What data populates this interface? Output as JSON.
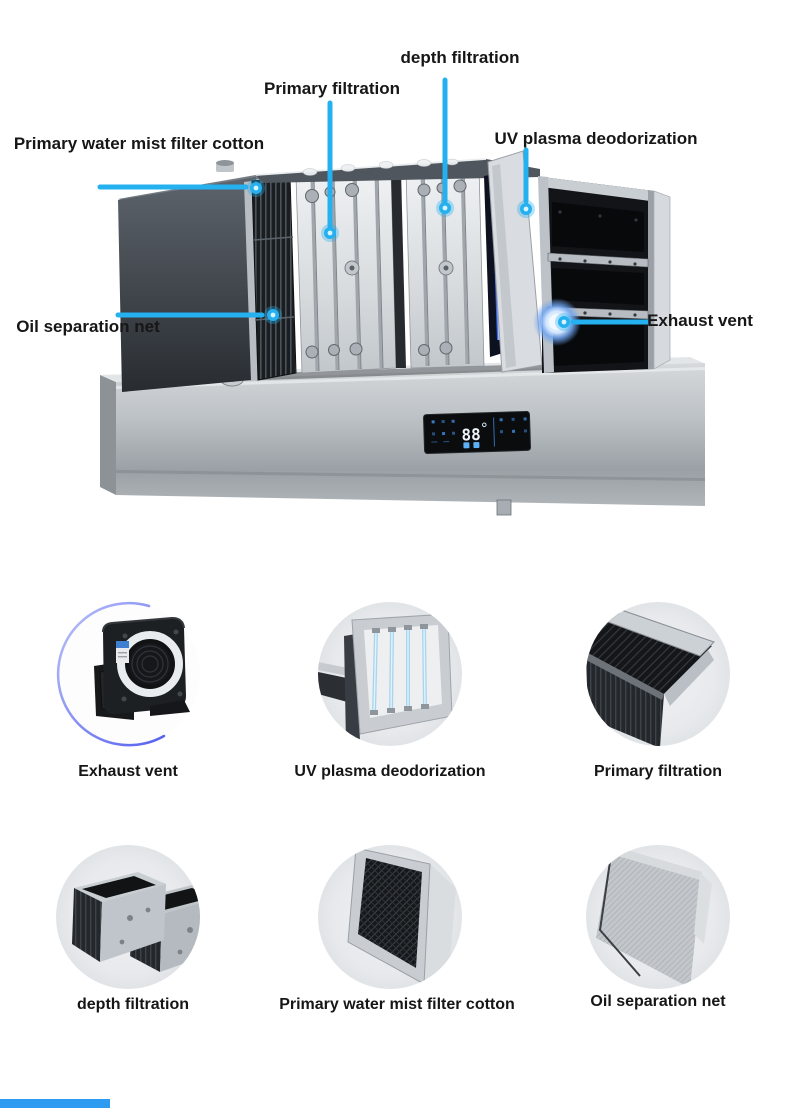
{
  "colors": {
    "callout_cyan": "#25b0ef",
    "arc_blue": "#5963ee",
    "label_text": "#161616",
    "panel_icon_blue": "#4aa3f2",
    "bottom_bar_blue": "#2d9cf0",
    "steel_light": "#d9dcdf",
    "steel_dark": "#2b2f34"
  },
  "diagram": {
    "labels": {
      "depth": "depth filtration",
      "primary": "Primary filtration",
      "water_mist": "Primary water mist filter cotton",
      "uv": "UV plasma deodorization",
      "oil": "Oil separation net",
      "exhaust": "Exhaust vent"
    },
    "display_panel": {
      "value": "88"
    }
  },
  "gallery": {
    "row1": [
      {
        "label": "Exhaust vent"
      },
      {
        "label": "UV plasma deodorization"
      },
      {
        "label": "Primary filtration"
      }
    ],
    "row2": [
      {
        "label": "depth filtration"
      },
      {
        "label": "Primary water mist filter cotton"
      },
      {
        "label": "Oil separation net"
      }
    ]
  }
}
